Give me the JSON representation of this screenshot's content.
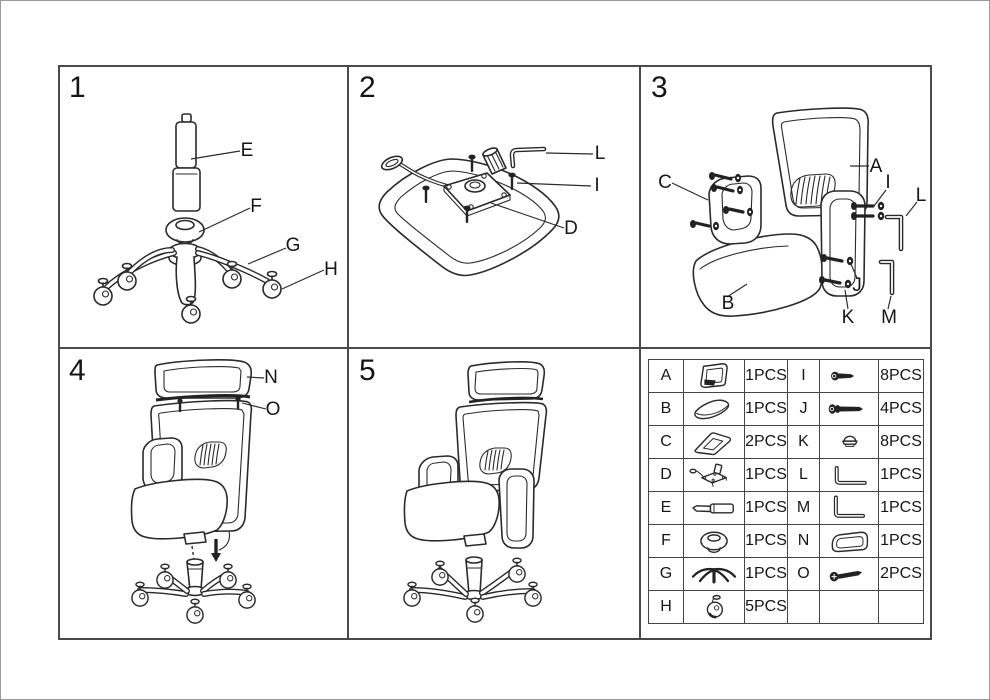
{
  "panels": [
    {
      "number": "1",
      "callouts": [
        {
          "label": "E"
        },
        {
          "label": "F"
        },
        {
          "label": "G"
        },
        {
          "label": "H"
        }
      ]
    },
    {
      "number": "2",
      "callouts": [
        {
          "label": "L"
        },
        {
          "label": "I"
        },
        {
          "label": "D"
        }
      ]
    },
    {
      "number": "3",
      "callouts": [
        {
          "label": "C"
        },
        {
          "label": "A"
        },
        {
          "label": "I"
        },
        {
          "label": "L"
        },
        {
          "label": "B"
        },
        {
          "label": "J"
        },
        {
          "label": "K"
        },
        {
          "label": "M"
        }
      ]
    },
    {
      "number": "4",
      "callouts": [
        {
          "label": "N"
        },
        {
          "label": "O"
        }
      ]
    },
    {
      "number": "5",
      "callouts": []
    }
  ],
  "parts_table": {
    "rows": [
      {
        "left": {
          "letter": "A",
          "icon": "backrest-icon",
          "qty": "1PCS"
        },
        "right": {
          "letter": "I",
          "icon": "short-bolt-icon",
          "qty": "8PCS"
        }
      },
      {
        "left": {
          "letter": "B",
          "icon": "seat-cushion-icon",
          "qty": "1PCS"
        },
        "right": {
          "letter": "J",
          "icon": "long-bolt-icon",
          "qty": "4PCS"
        }
      },
      {
        "left": {
          "letter": "C",
          "icon": "armrest-icon",
          "qty": "2PCS"
        },
        "right": {
          "letter": "K",
          "icon": "cap-nut-icon",
          "qty": "8PCS"
        }
      },
      {
        "left": {
          "letter": "D",
          "icon": "tilt-mechanism-icon",
          "qty": "1PCS"
        },
        "right": {
          "letter": "L",
          "icon": "allen-key-icon",
          "qty": "1PCS"
        }
      },
      {
        "left": {
          "letter": "E",
          "icon": "gas-lift-icon",
          "qty": "1PCS"
        },
        "right": {
          "letter": "M",
          "icon": "allen-key-small-icon",
          "qty": "1PCS"
        }
      },
      {
        "left": {
          "letter": "F",
          "icon": "base-cover-icon",
          "qty": "1PCS"
        },
        "right": {
          "letter": "N",
          "icon": "headrest-icon",
          "qty": "1PCS"
        }
      },
      {
        "left": {
          "letter": "G",
          "icon": "star-base-icon",
          "qty": "1PCS"
        },
        "right": {
          "letter": "O",
          "icon": "screw-icon",
          "qty": "2PCS"
        }
      },
      {
        "left": {
          "letter": "H",
          "icon": "caster-icon",
          "qty": "5PCS"
        },
        "right": {
          "letter": "",
          "icon": "",
          "qty": ""
        }
      }
    ]
  },
  "colors": {
    "line": "#2a2a2a",
    "grid_border": "#454545",
    "background": "#ffffff"
  }
}
